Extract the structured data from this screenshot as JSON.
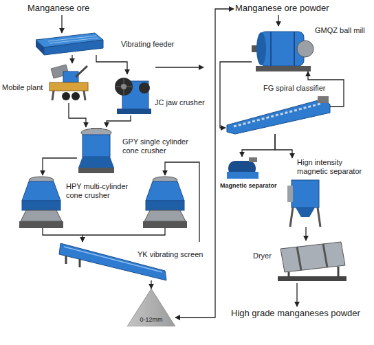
{
  "diagram": {
    "nodes": [
      {
        "text": [
          "Manganese ore"
        ]
      },
      {
        "text": [
          "Vibrating feeder"
        ]
      },
      {
        "text": [
          "Mobile plant"
        ]
      },
      {
        "text": [
          "JC jaw crusher"
        ]
      },
      {
        "text": [
          "GPY single cylinder cone crusher"
        ]
      },
      {
        "text": [
          "HPY multi-cylinder cone crusher"
        ]
      },
      {
        "text": [
          "YK vibrating screen"
        ]
      },
      {
        "text": [
          "0-12mm"
        ]
      },
      {
        "text": [
          "Manganese ore powder"
        ]
      },
      {
        "text": [
          "GMQZ ball mill"
        ]
      },
      {
        "text": [
          "FG spiral classifier"
        ]
      },
      {
        "text": [
          "Magnetic separator"
        ]
      },
      {
        "text": [
          "Hign intensity magnetic separator"
        ]
      },
      {
        "text": [
          "Dryer"
        ]
      },
      {
        "text": [
          "High grade manganeses powder"
        ]
      }
    ],
    "edges": [
      {
        "from": 0,
        "to": 1,
        "arrow": "to"
      },
      {
        "from": 1,
        "to": 2,
        "arrow": "to"
      },
      {
        "from": 1,
        "to": 3,
        "arrow": "to"
      },
      {
        "from": 2,
        "to": 4,
        "arrow": "to"
      },
      {
        "from": 3,
        "to": 4,
        "arrow": "to"
      },
      {
        "from": 4,
        "to": 5,
        "arrow": "to"
      },
      {
        "from": 5,
        "to": 6,
        "arrow": "to"
      },
      {
        "from": 6,
        "to": 5,
        "arrow": "to"
      },
      {
        "from": 6,
        "to": 7,
        "arrow": "to"
      },
      {
        "from": 7,
        "to": 8,
        "arrow": "both"
      },
      {
        "from": 8,
        "to": 9,
        "arrow": "to"
      },
      {
        "from": 9,
        "to": 10,
        "arrow": "to"
      },
      {
        "from": 10,
        "to": 9,
        "arrow": "to"
      },
      {
        "from": 10,
        "to": 11,
        "arrow": "to"
      },
      {
        "from": 10,
        "to": 12,
        "arrow": "to"
      },
      {
        "from": 12,
        "to": 13,
        "arrow": "to"
      },
      {
        "from": 13,
        "to": 14,
        "arrow": "to"
      }
    ]
  }
}
